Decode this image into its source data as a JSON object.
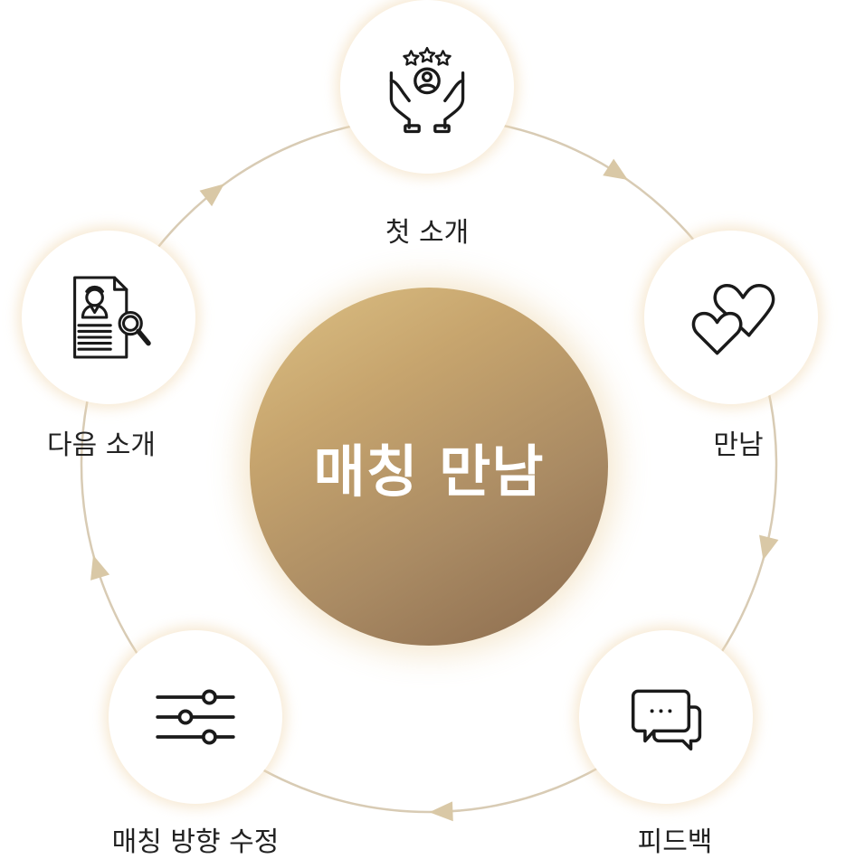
{
  "diagram": {
    "center": {
      "label": "매칭 만남"
    },
    "nodes": [
      {
        "id": "first-intro",
        "label": "첫 소개",
        "icon": "hands-with-person-and-stars-icon"
      },
      {
        "id": "meeting",
        "label": "만남",
        "icon": "two-hearts-icon"
      },
      {
        "id": "feedback",
        "label": "피드백",
        "icon": "chat-bubbles-icon"
      },
      {
        "id": "adjust",
        "label": "매칭 방향 수정",
        "icon": "sliders-icon"
      },
      {
        "id": "next-intro",
        "label": "다음 소개",
        "icon": "profile-document-magnifier-icon"
      }
    ],
    "colors": {
      "center_gradient_start": "#dcc084",
      "center_gradient_end": "#8a6a4d",
      "ring": "#d8cbb4",
      "arrow": "#d9c8a6",
      "icon": "#1a1a1a"
    }
  }
}
